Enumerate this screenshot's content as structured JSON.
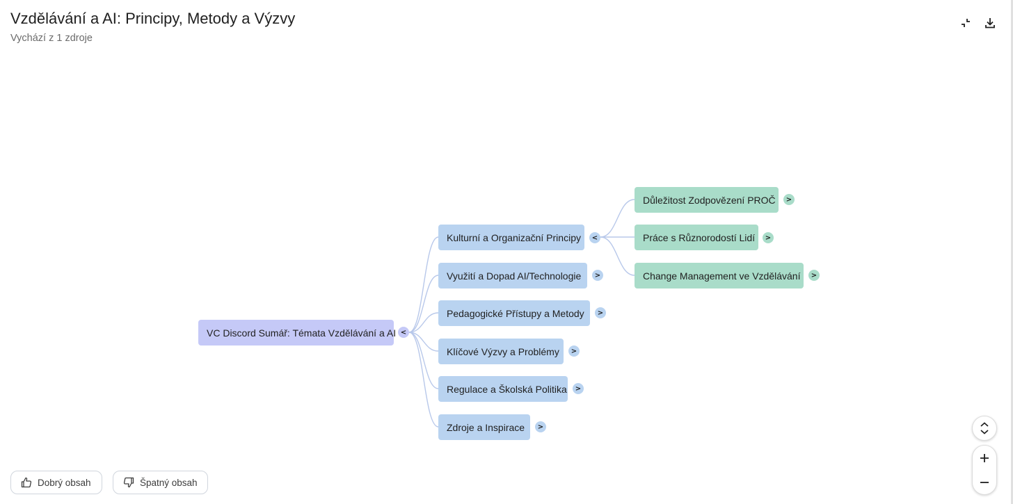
{
  "header": {
    "title": "Vzdělávání a AI: Principy, Metody a Výzvy",
    "subtitle": "Vychází z 1 zdroje",
    "collapse_icon": "collapse-fullscreen-icon",
    "download_icon": "download-icon"
  },
  "mindmap": {
    "root": {
      "label": "VC Discord Sumář: Témata Vzdělávání a AI",
      "toggle": "<"
    },
    "branches": [
      {
        "label": "Kulturní a Organizační Principy",
        "toggle": "<",
        "expanded": true,
        "children": [
          {
            "label": "Důležitost Zodpovězení PROČ",
            "toggle": ">"
          },
          {
            "label": "Práce s Různorodostí Lidí",
            "toggle": ">"
          },
          {
            "label": "Change Management ve Vzdělávání",
            "toggle": ">"
          }
        ]
      },
      {
        "label": "Využití a Dopad AI/Technologie",
        "toggle": ">"
      },
      {
        "label": "Pedagogické Přístupy a Metody",
        "toggle": ">"
      },
      {
        "label": "Klíčové Výzvy a Problémy",
        "toggle": ">"
      },
      {
        "label": "Regulace a Školská Politika",
        "toggle": ">"
      },
      {
        "label": "Zdroje a Inspirace",
        "toggle": ">"
      }
    ],
    "colors": {
      "root": "#c5c9f7",
      "branch": "#b9d3f0",
      "leaf": "#a9dcc9",
      "connector": "#b8c8ea"
    }
  },
  "feedback": {
    "good_label": "Dobrý obsah",
    "bad_label": "Špatný obsah",
    "good_icon": "thumbs-up-icon",
    "bad_icon": "thumbs-down-icon"
  },
  "controls": {
    "expand_icon": "expand-collapse-icon",
    "zoom_in_icon": "plus-icon",
    "zoom_out_icon": "minus-icon"
  }
}
